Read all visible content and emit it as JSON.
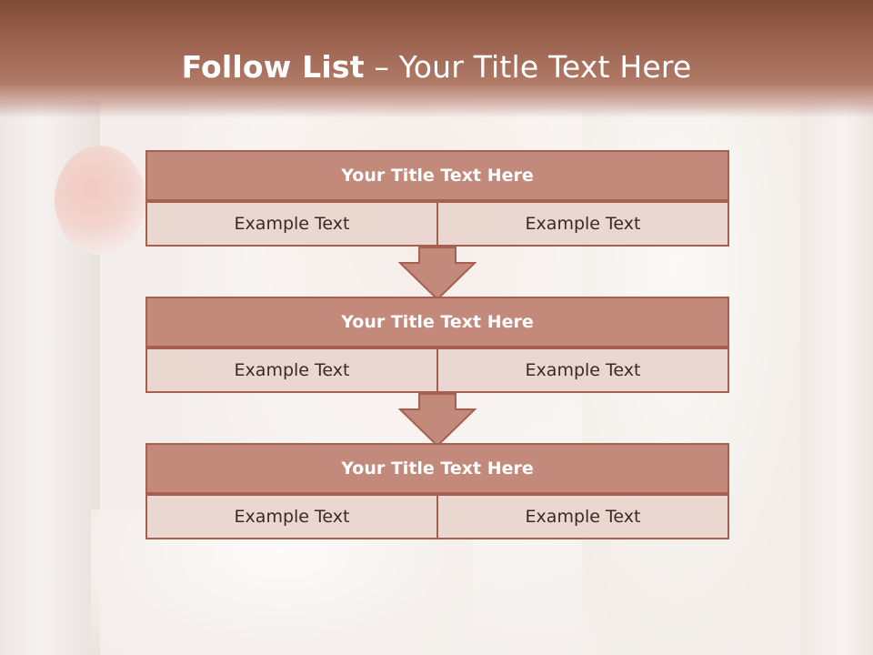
{
  "header": {
    "title_strong": "Follow List",
    "title_rest": " – Your Title Text Here"
  },
  "colors": {
    "header_dark": "#7f4a36",
    "block_head": "#c3897a",
    "block_border": "#a7604f",
    "cell_fill": "#e9d5cf"
  },
  "blocks": [
    {
      "title": "Your Title Text Here",
      "left": "Example Text",
      "right": "Example Text"
    },
    {
      "title": "Your Title Text Here",
      "left": "Example Text",
      "right": "Example Text"
    },
    {
      "title": "Your Title Text Here",
      "left": "Example Text",
      "right": "Example Text"
    }
  ],
  "icons": [
    "down-arrow-icon",
    "down-arrow-icon"
  ]
}
